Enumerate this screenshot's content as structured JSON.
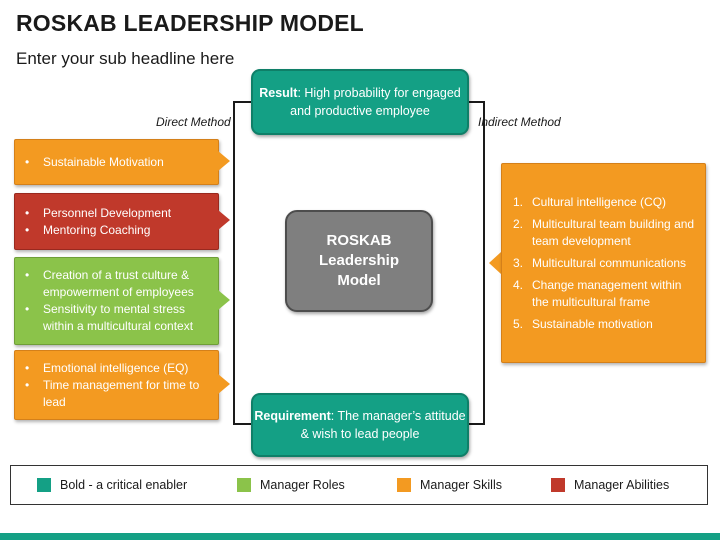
{
  "title": "ROSKAB LEADERSHIP MODEL",
  "subtitle": "Enter your sub headline here",
  "direct_method": "Direct Method",
  "indirect_method": "Indirect Method",
  "result": {
    "label": "Result",
    "text": ": High probability for engaged and productive employee"
  },
  "requirement": {
    "label": "Requirement",
    "text": ": The manager’s attitude & wish to lead people"
  },
  "center": {
    "line1": "ROSKAB",
    "line2": "Leadership",
    "line3": "Model"
  },
  "left_boxes": [
    {
      "color": "#f39a21",
      "items": [
        "Sustainable Motivation"
      ]
    },
    {
      "color": "#c0392b",
      "items": [
        "Personnel Development",
        "Mentoring Coaching"
      ]
    },
    {
      "color": "#8bc34a",
      "items": [
        "Creation of a trust culture & empowerment of employees",
        "Sensitivity to mental stress within a multicultural context"
      ]
    },
    {
      "color": "#f39a21",
      "items": [
        "Emotional intelligence (EQ)",
        "Time management for time to lead"
      ]
    }
  ],
  "right_box": {
    "color": "#f39a21",
    "items": [
      {
        "num": "1.",
        "text": "Cultural intelligence (CQ)"
      },
      {
        "num": "2.",
        "text": "Multicultural team building and team development"
      },
      {
        "num": "3.",
        "text": "Multicultural communications"
      },
      {
        "num": "4.",
        "text": "Change management within the multicultural frame"
      },
      {
        "num": "5.",
        "text": "Sustainable motivation"
      }
    ]
  },
  "legend": [
    {
      "label": "Bold - a critical enabler",
      "color": "#14a085"
    },
    {
      "label": "Manager Roles",
      "color": "#8bc34a"
    },
    {
      "label": "Manager Skills",
      "color": "#f39a21"
    },
    {
      "label": "Manager Abilities",
      "color": "#c0392b"
    }
  ],
  "colors": {
    "teal": "#14a085",
    "gray": "#7f7f7f"
  }
}
